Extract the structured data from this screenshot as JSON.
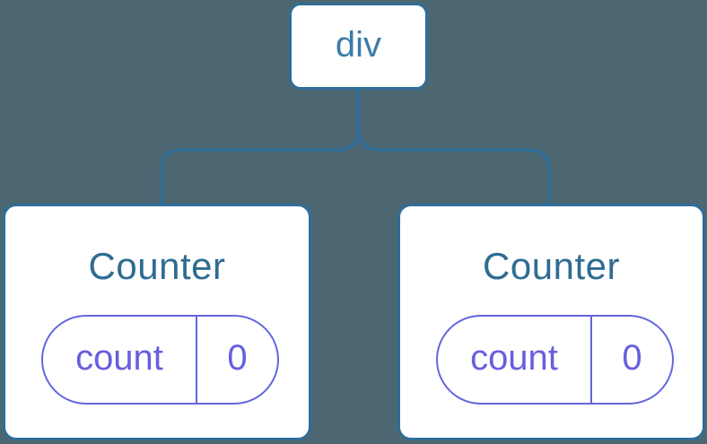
{
  "colors": {
    "background": "#4C6771",
    "node_fill": "#FFFFFF",
    "tree_blue": "#2E6D98",
    "root_label_blue": "#3B7CA8",
    "title_blue": "#2E6C92",
    "state_purple": "#6466E0"
  },
  "tree": {
    "root": {
      "label": "div"
    },
    "children": [
      {
        "title": "Counter",
        "state_key": "count",
        "state_value": "0"
      },
      {
        "title": "Counter",
        "state_key": "count",
        "state_value": "0"
      }
    ]
  }
}
